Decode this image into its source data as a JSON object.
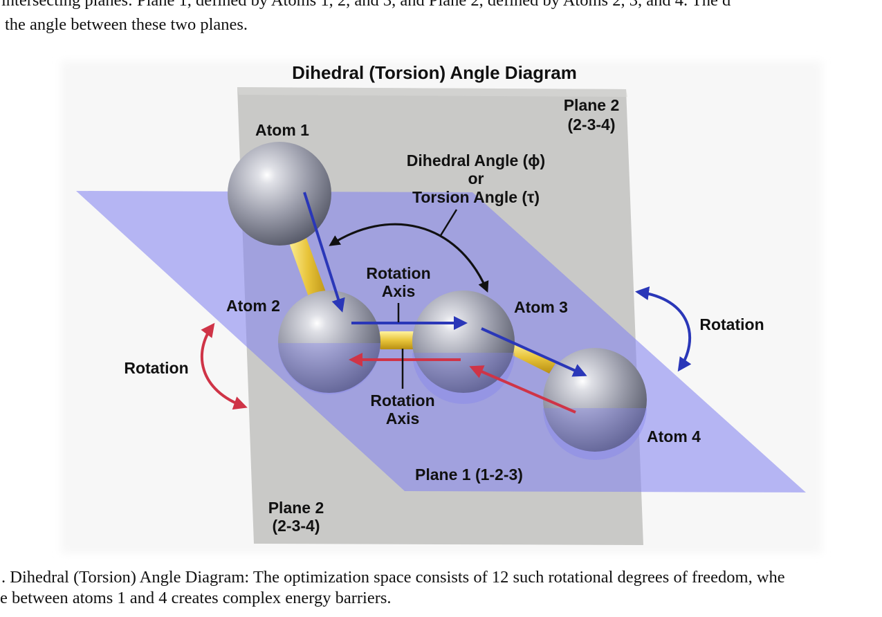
{
  "text": {
    "top_line_1": "intersecting planes: Plane 1, defined by Atoms 1, 2, and 3, and Plane 2, defined by Atoms 2, 3, and 4. The d",
    "top_line_2": "the angle between these two planes.",
    "caption_line_1": ". Dihedral (Torsion) Angle Diagram: The optimization space consists of 12 such rotational degrees of freedom, whe",
    "caption_line_2": "e between atoms 1 and 4 creates complex energy barriers."
  },
  "diagram": {
    "title": "Dihedral (Torsion) Angle Diagram",
    "atoms": {
      "atom1": "Atom 1",
      "atom2": "Atom 2",
      "atom3": "Atom 3",
      "atom4": "Atom 4"
    },
    "planes": {
      "plane2_top_line1": "Plane 2",
      "plane2_top_line2": "(2-3-4)",
      "plane2_bottom_line1": "Plane 2",
      "plane2_bottom_line2": "(2-3-4)",
      "plane1": "Plane 1 (1-2-3)"
    },
    "angle_label": {
      "line1": "Dihedral Angle (ϕ)",
      "line2": "or",
      "line3": "Torsion Angle (τ)"
    },
    "rotation_axis_top": {
      "line1": "Rotation",
      "line2": "Axis"
    },
    "rotation_axis_bottom": {
      "line1": "Rotation",
      "line2": "Axis"
    },
    "rotation_left": "Rotation",
    "rotation_right": "Rotation",
    "colors": {
      "plane1": "#8c8cf2",
      "plane2": "#c9c9c7",
      "atom": "#9c9eab",
      "bond": "#e8c43a",
      "blue_arrow": "#2a37b8",
      "red_arrow": "#cf3447",
      "black_arrow": "#111111"
    }
  }
}
